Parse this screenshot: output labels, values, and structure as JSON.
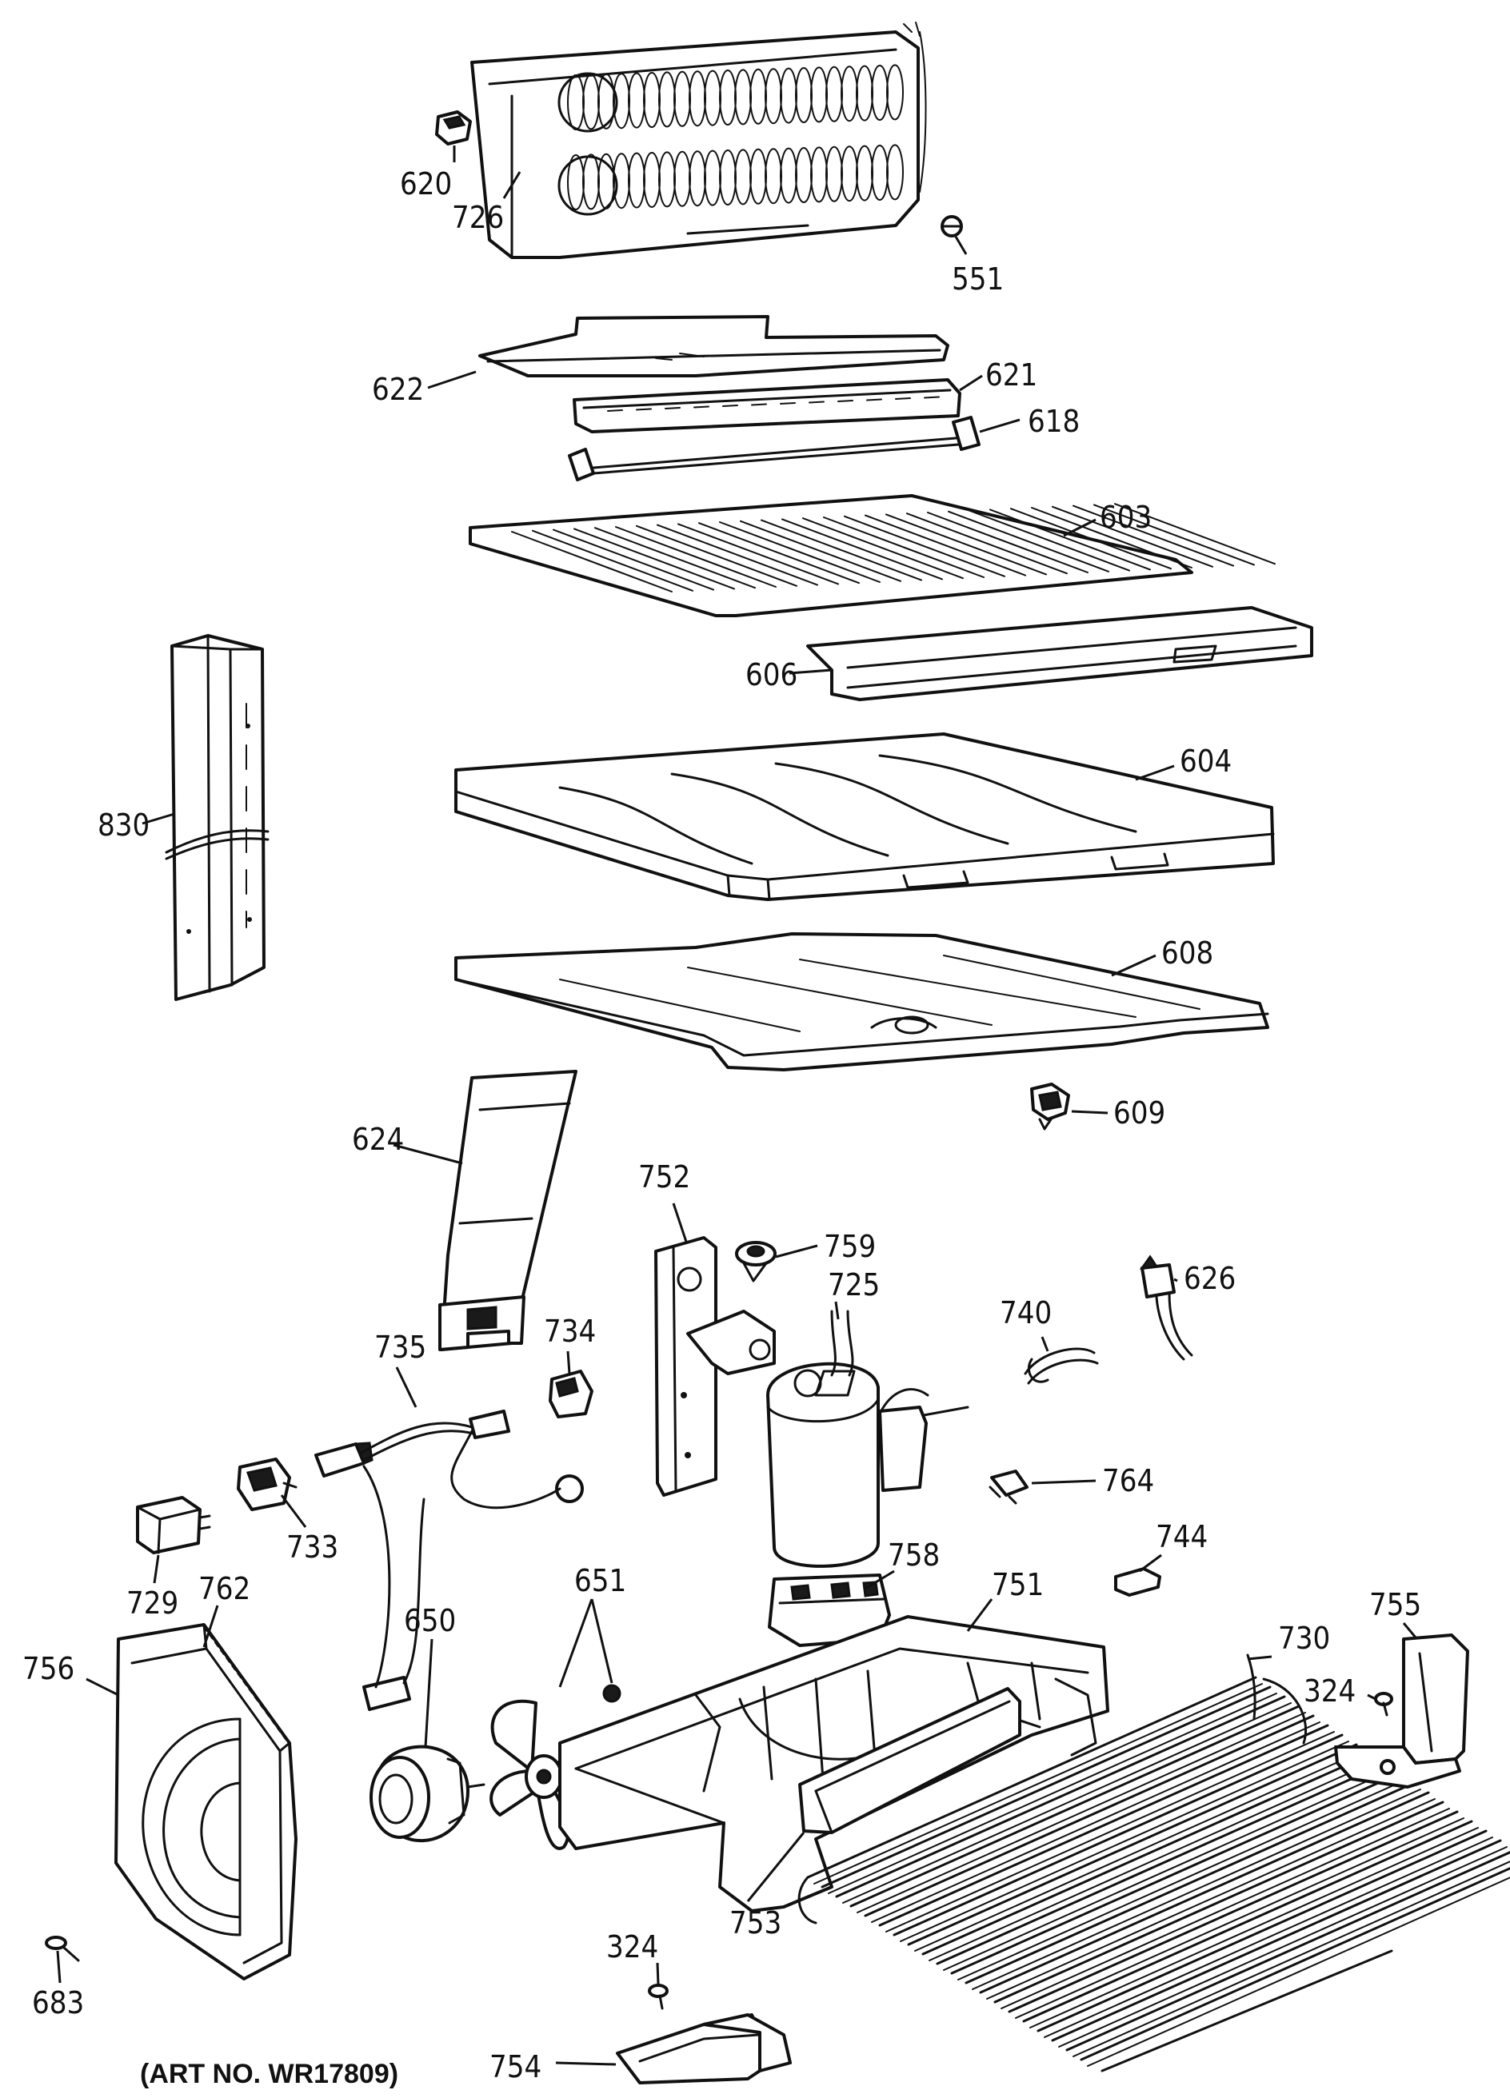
{
  "diagram": {
    "art_number": "(ART NO. WR17809)",
    "callouts": {
      "c620": "620",
      "c726": "726",
      "c551": "551",
      "c622": "622",
      "c621": "621",
      "c618": "618",
      "c603": "603",
      "c606": "606",
      "c830": "830",
      "c604": "604",
      "c608": "608",
      "c609": "609",
      "c624": "624",
      "c752": "752",
      "c759": "759",
      "c626": "626",
      "c725": "725",
      "c740": "740",
      "c735": "735",
      "c734": "734",
      "c764": "764",
      "c733": "733",
      "c744": "744",
      "c729": "729",
      "c762": "762",
      "c651": "651",
      "c758": "758",
      "c751": "751",
      "c755": "755",
      "c650": "650",
      "c730": "730",
      "c756": "756",
      "c324a": "324",
      "c683": "683",
      "c753": "753",
      "c324b": "324",
      "c754": "754"
    }
  }
}
